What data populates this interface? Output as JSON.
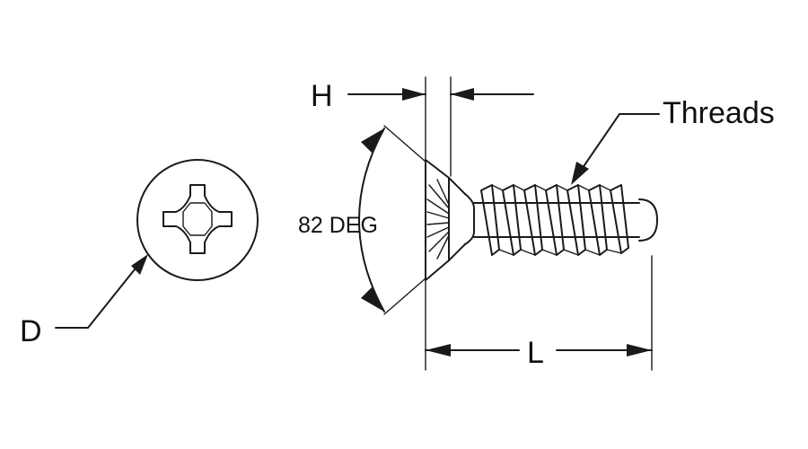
{
  "labels": {
    "head_height": "H",
    "threads": "Threads",
    "head_angle": "82 DEG",
    "diameter": "D",
    "length": "L"
  },
  "colors": {
    "line": "#1a1a1a",
    "background": "#ffffff"
  }
}
